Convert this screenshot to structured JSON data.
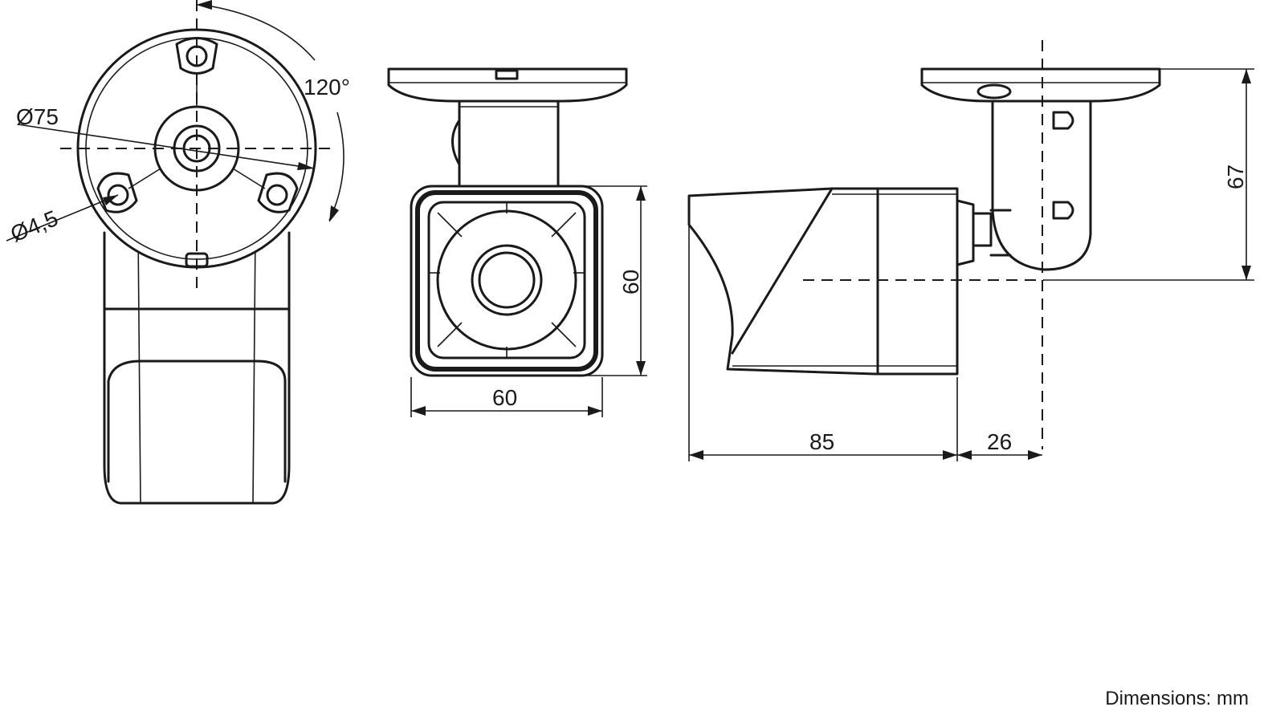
{
  "labels": {
    "base_diameter": "Ø75",
    "hole_diameter": "Ø4,5",
    "rotation_angle": "120°",
    "front_height": "60",
    "front_width": "60",
    "body_length": "85",
    "bracket_length": "26",
    "total_height": "67"
  },
  "units_note": "Dimensions: mm",
  "colors": {
    "line": "#1a1a1a",
    "background": "#ffffff"
  }
}
